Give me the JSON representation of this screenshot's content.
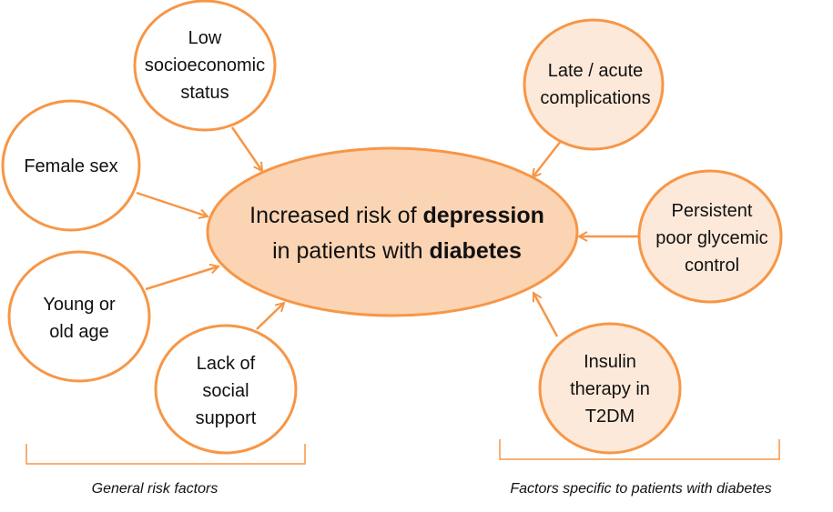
{
  "colors": {
    "stroke": "#f79646",
    "center_fill": "#fbd4b4",
    "specific_fill": "#fde9d9",
    "general_fill": "#ffffff"
  },
  "center": {
    "line1_normal": "Increased risk of ",
    "line1_bold": "depression",
    "line2_normal": "in patients with ",
    "line2_bold": "diabetes"
  },
  "general_factors": [
    {
      "lines": [
        "Low",
        "socioeconomic",
        "status"
      ]
    },
    {
      "lines": [
        "Female sex"
      ]
    },
    {
      "lines": [
        "Young or",
        "old age"
      ]
    },
    {
      "lines": [
        "Lack of",
        "social",
        "support"
      ]
    }
  ],
  "specific_factors": [
    {
      "lines": [
        "Late / acute",
        "complications"
      ]
    },
    {
      "lines": [
        "Persistent",
        "poor glycemic",
        "control"
      ]
    },
    {
      "lines": [
        "Insulin",
        "therapy in",
        "T2DM"
      ]
    }
  ],
  "group_labels": {
    "general": "General risk factors",
    "specific": "Factors specific to patients with diabetes"
  }
}
